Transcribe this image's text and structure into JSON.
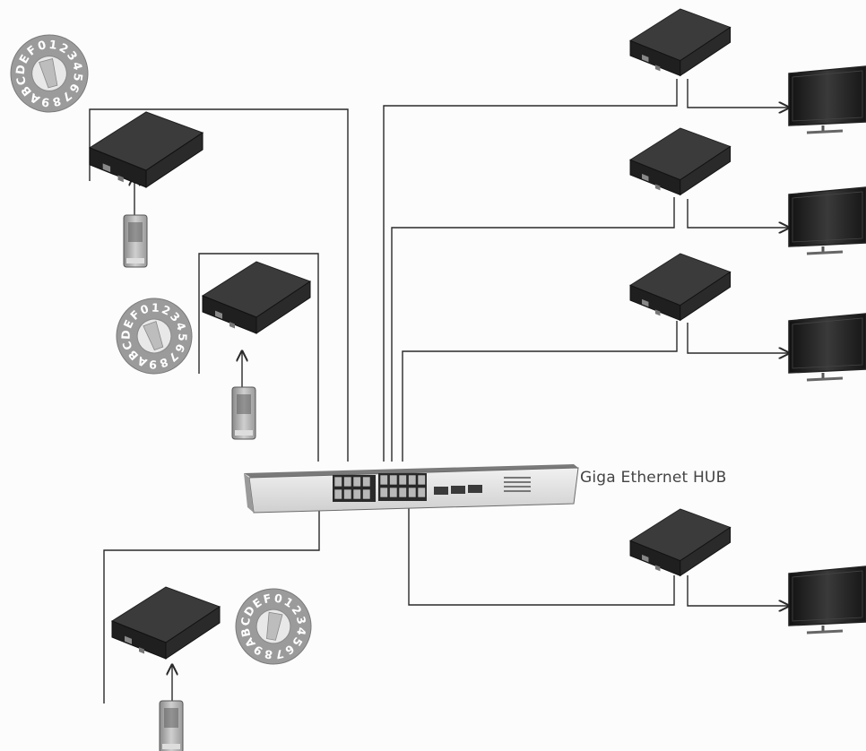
{
  "hub": {
    "label": "Giga Ethernet HUB"
  },
  "dial_characters": [
    "0",
    "1",
    "2",
    "3",
    "4",
    "5",
    "6",
    "7",
    "8",
    "9",
    "A",
    "B",
    "C",
    "D",
    "E",
    "F"
  ],
  "colors": {
    "line": "#2a2a2a",
    "device_top": "#3a3a3a",
    "device_side": "#1e1e1e",
    "dial": "#9a9a9a",
    "display": "#1a1a1a"
  }
}
